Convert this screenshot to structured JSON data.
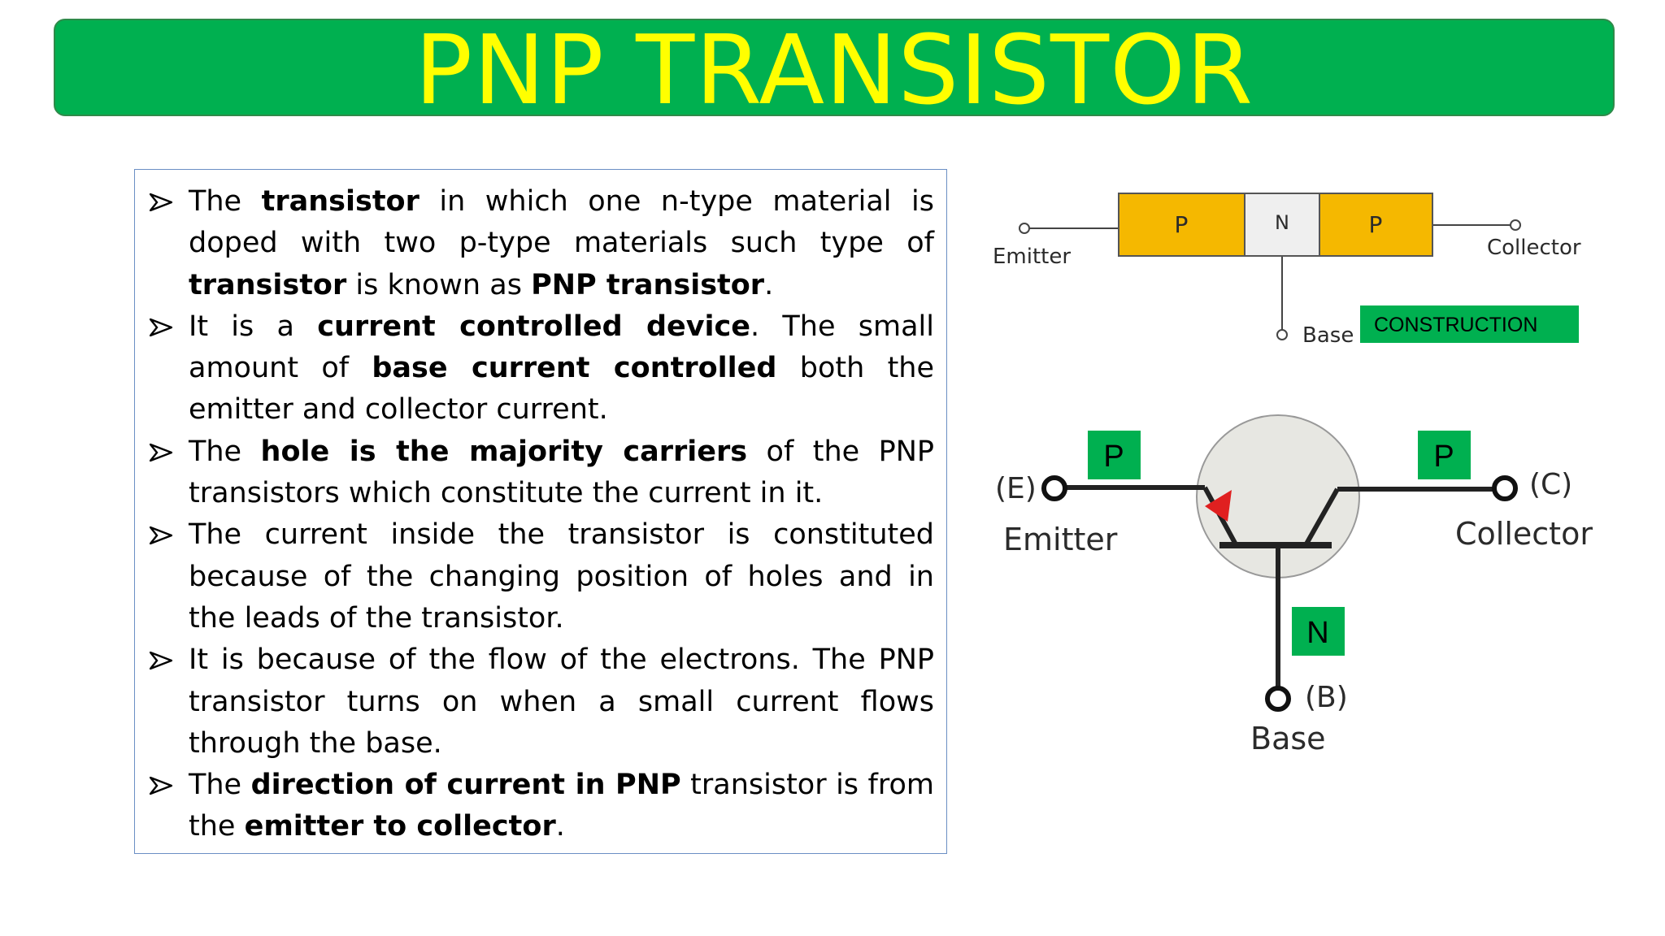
{
  "title": "PNP TRANSISTOR",
  "bullets": [
    [
      {
        "t": "The ",
        "b": false
      },
      {
        "t": "transistor",
        "b": true
      },
      {
        "t": " in which one n-type material is doped with two p-type materials such type of ",
        "b": false
      },
      {
        "t": "transistor",
        "b": true
      },
      {
        "t": " is known as ",
        "b": false
      },
      {
        "t": "PNP transistor",
        "b": true
      },
      {
        "t": ".",
        "b": false
      }
    ],
    [
      {
        "t": "It is a ",
        "b": false
      },
      {
        "t": "current controlled device",
        "b": true
      },
      {
        "t": ". The small amount of ",
        "b": false
      },
      {
        "t": "base current controlled",
        "b": true
      },
      {
        "t": " both the emitter and collector current.",
        "b": false
      }
    ],
    [
      {
        "t": "The ",
        "b": false
      },
      {
        "t": "hole is the majority carriers",
        "b": true
      },
      {
        "t": " of the PNP transistors which constitute the current in it.",
        "b": false
      }
    ],
    [
      {
        "t": "The current inside the transistor is constituted because of the changing position of holes and in the leads of the transistor.",
        "b": false
      }
    ],
    [
      {
        "t": "It is because of the flow of the electrons. The PNP transistor turns on when a small current flows through the base.",
        "b": false
      }
    ],
    [
      {
        "t": "The ",
        "b": false
      },
      {
        "t": "direction of current in PNP",
        "b": true
      },
      {
        "t": " transistor is from the ",
        "b": false
      },
      {
        "t": "emitter to collector",
        "b": true
      },
      {
        "t": ".",
        "b": false
      }
    ]
  ],
  "construction": {
    "regions": [
      "P",
      "N",
      "P"
    ],
    "emitter_label": "Emitter",
    "collector_label": "Collector",
    "base_label": "Base",
    "tag": "CONSTRUCTION"
  },
  "symbol": {
    "emitter_code": "(E)",
    "emitter_label": "Emitter",
    "collector_code": "(C)",
    "collector_label": "Collector",
    "base_code": "(B)",
    "base_label": "Base",
    "emitter_badge": "P",
    "collector_badge": "P",
    "base_badge": "N"
  },
  "colors": {
    "title_bg": "#00b050",
    "title_text": "#ffff00",
    "p_region": "#f5b800",
    "n_region": "#efefef",
    "badge_green": "#00b050",
    "arrow_red": "#e02020"
  },
  "icons": {
    "bullet": "arrowhead-bullet-icon"
  }
}
